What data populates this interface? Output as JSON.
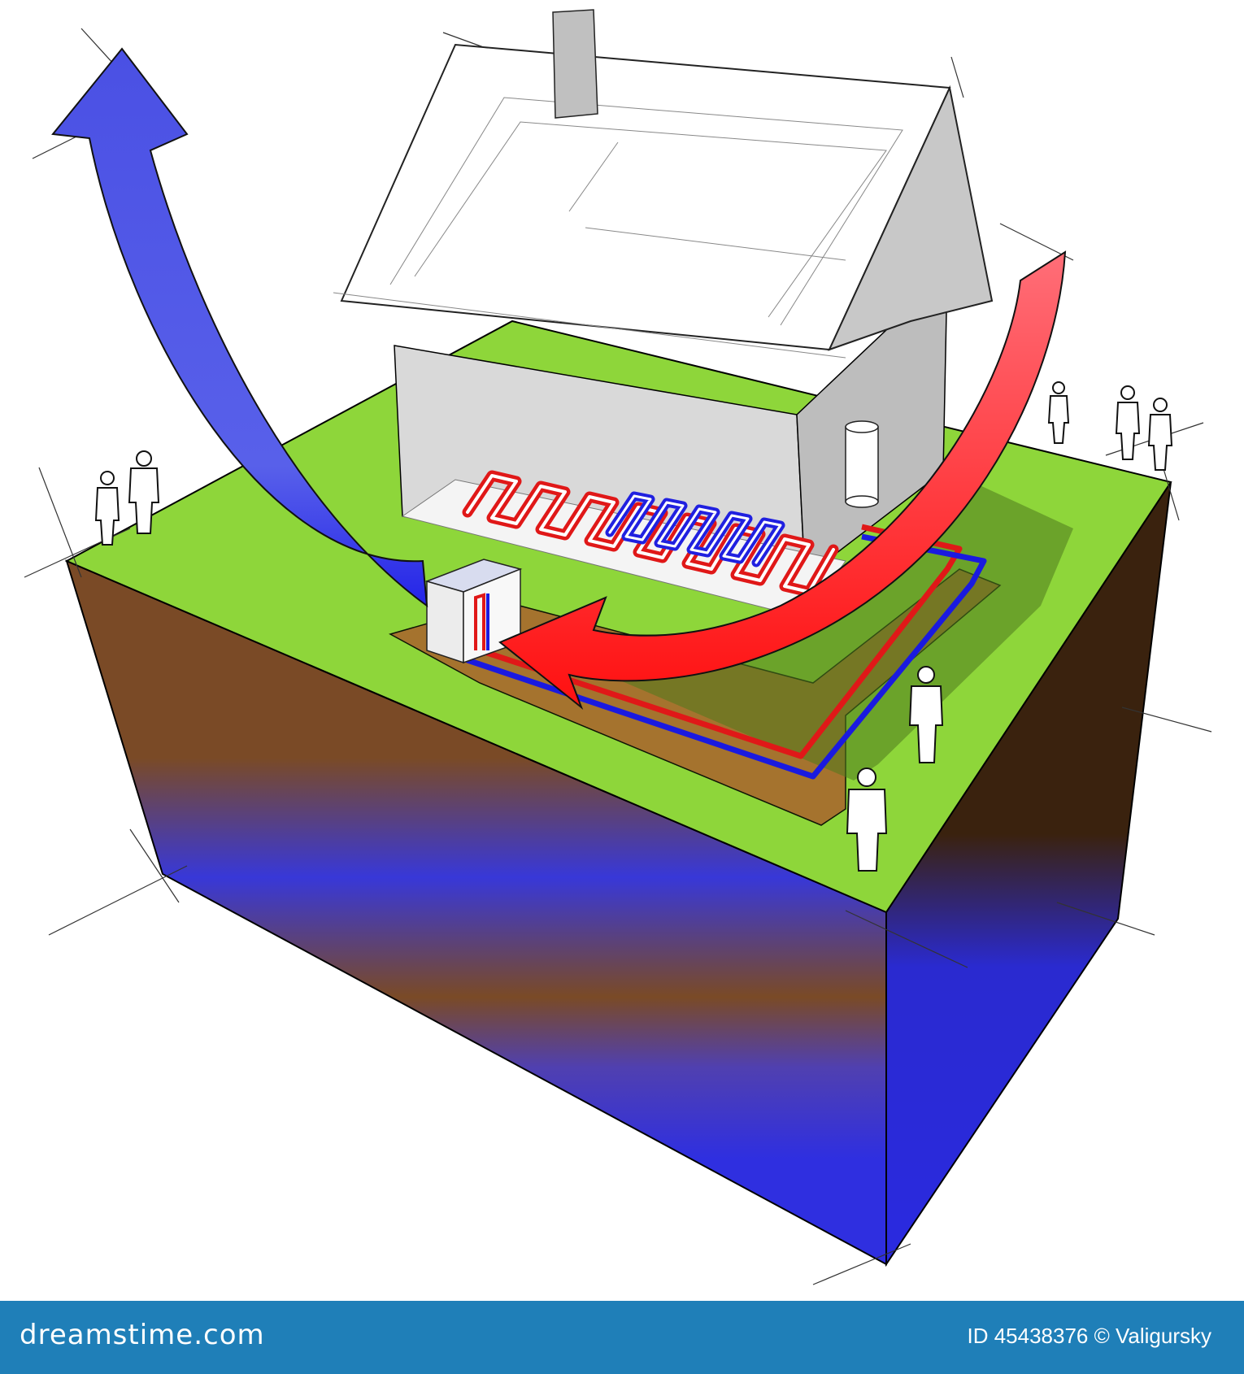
{
  "image": {
    "subject": "Air-source heat pump with underfloor heating, detached house on isometric ground block",
    "colors": {
      "grass": "#8ed63a",
      "soil": "#7a4a26",
      "soil_dark": "#3d2411",
      "water_blue": "#2e2ee0",
      "cold_arrow": "#4a4fe0",
      "warm_arrow": "#ff1a1a",
      "pipe_hot": "#e01818",
      "pipe_cold": "#1a1ae0",
      "footer": "#1f7fb8"
    },
    "icons": [
      "cold-air-arrow-icon",
      "warm-air-arrow-icon",
      "heat-pump-icon",
      "water-tank-icon",
      "person-icon"
    ]
  },
  "footer": {
    "logo": "dreamstime.com",
    "credit": "ID 45438376 © Valigursky"
  }
}
